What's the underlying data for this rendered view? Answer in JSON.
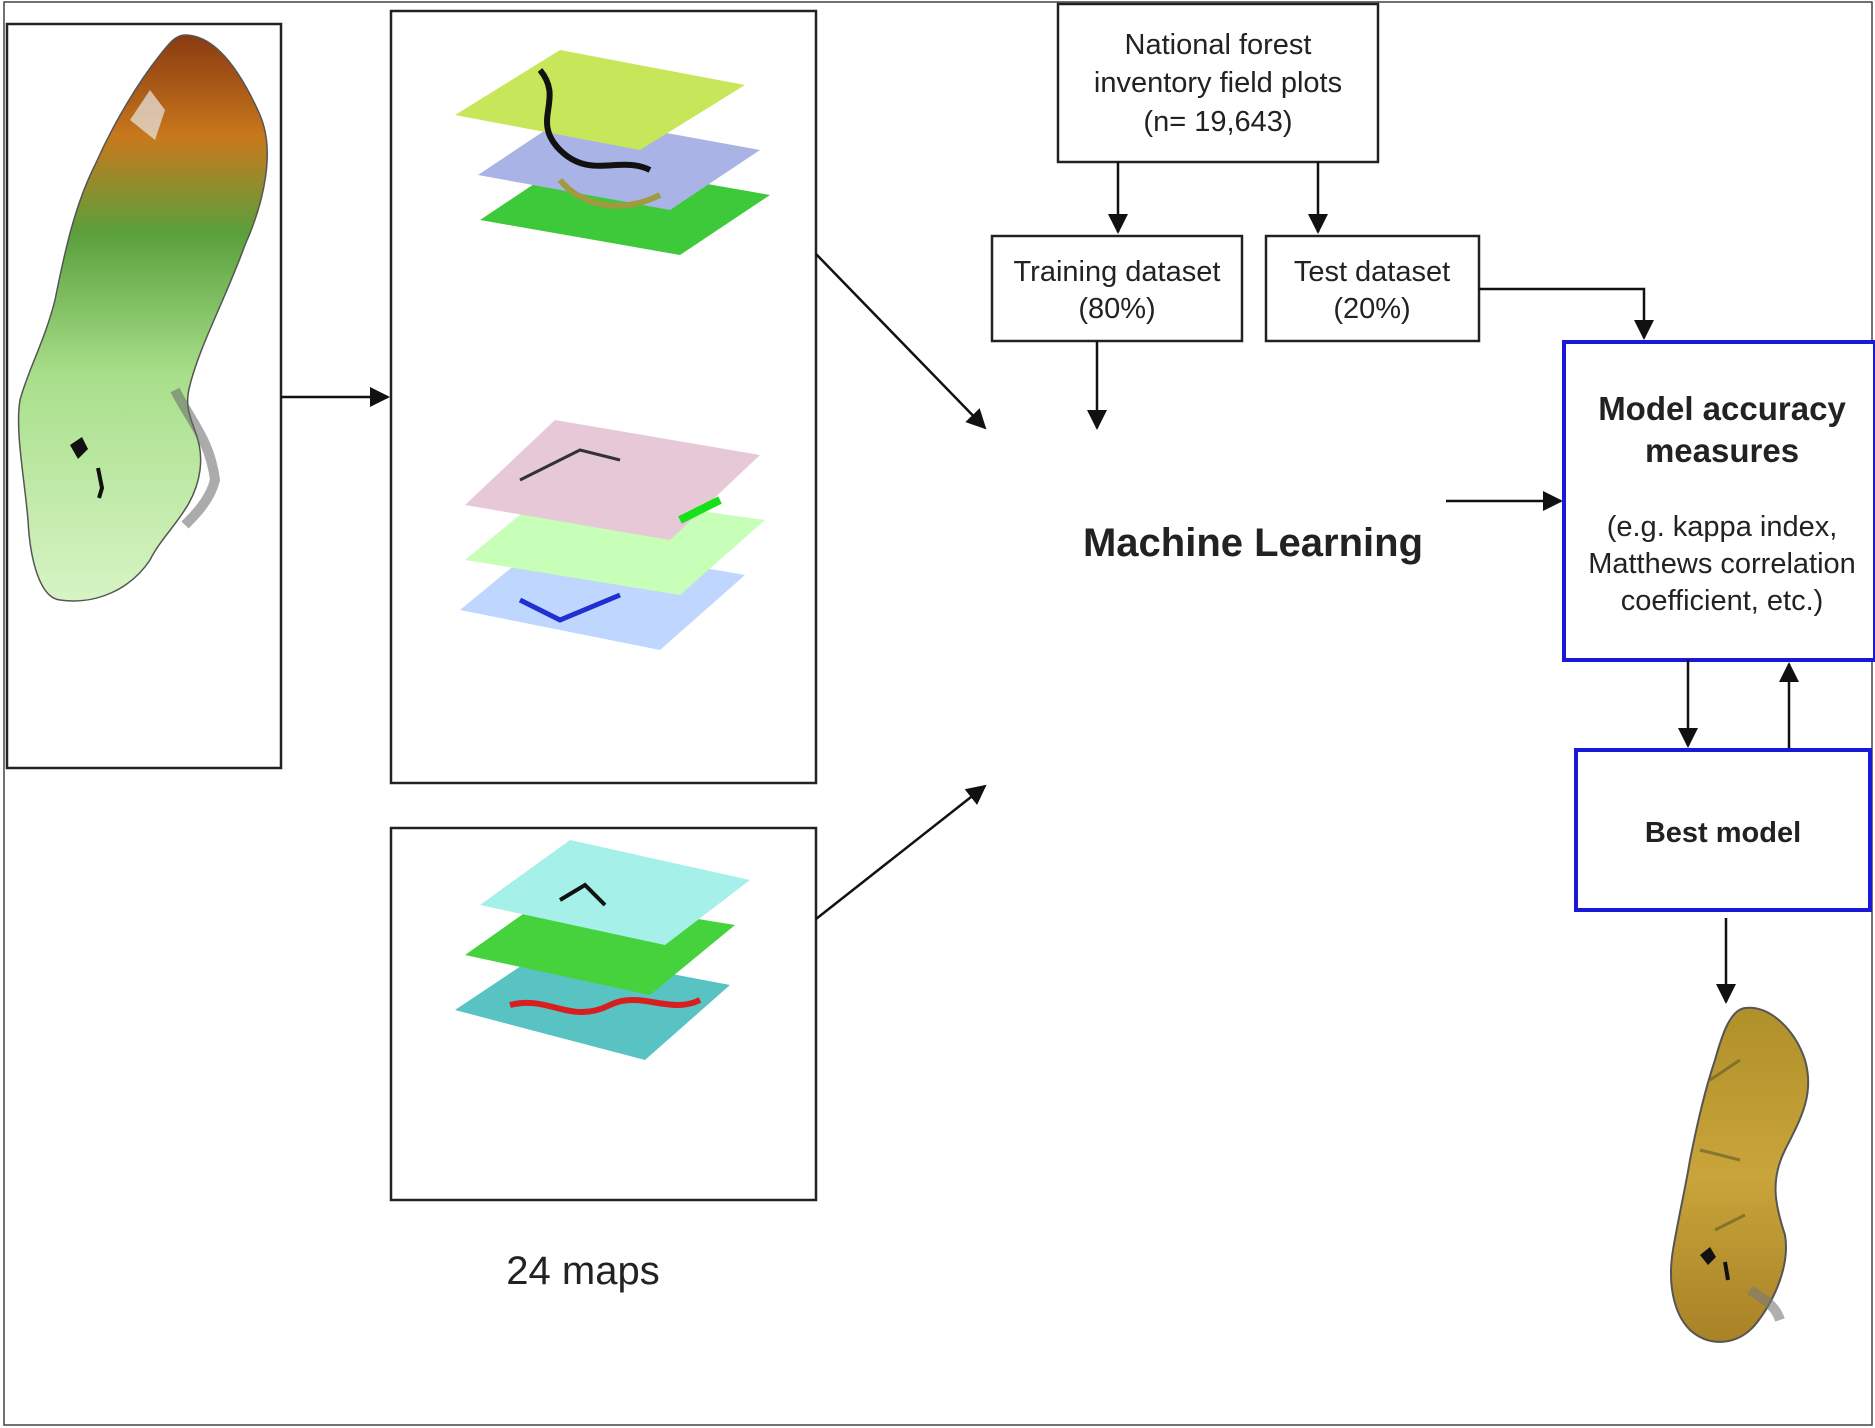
{
  "nfi_box": {
    "line1": "National forest",
    "line2": "inventory field plots",
    "line3": "(n= 19,643)"
  },
  "training_box": {
    "line1": "Training dataset",
    "line2": "(80%)"
  },
  "test_box": {
    "line1": "Test dataset",
    "line2": "(20%)"
  },
  "machine_learning": {
    "label": "Machine Learning"
  },
  "accuracy_box": {
    "title1": "Model accuracy",
    "title2": "measures",
    "desc1": "(e.g. kappa index,",
    "desc2": "Matthews correlation",
    "desc3": "coefficient, etc.)"
  },
  "best_model_box": {
    "label": "Best model"
  },
  "maps_caption": {
    "label": "24 maps"
  },
  "colors": {
    "box_border": "#222222",
    "accuracy_border": "#1a1ad6",
    "arrow": "#111111"
  },
  "icons": {
    "input_map": "sweden-elevation-map",
    "layer_stacks": "raster-layer-stack",
    "output_map": "sweden-prediction-map"
  }
}
